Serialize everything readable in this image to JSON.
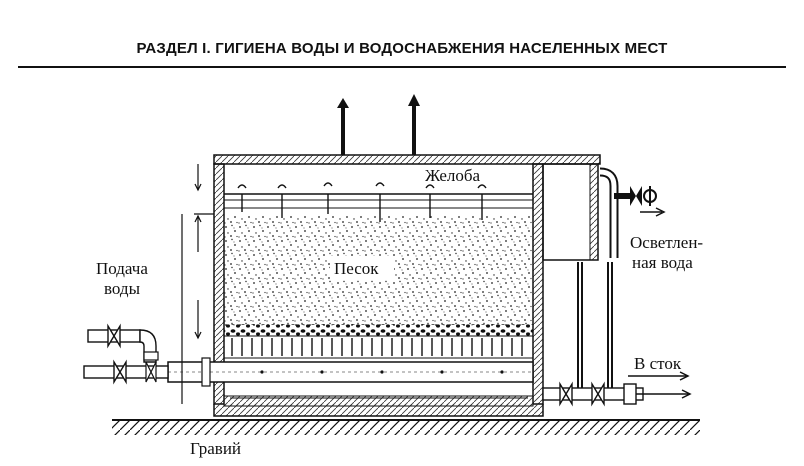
{
  "header": {
    "title": "РАЗДЕЛ I. ГИГИЕНА ВОДЫ И ВОДОСНАБЖЕНИЯ НАСЕЛЕННЫХ МЕСТ"
  },
  "diagram": {
    "labels": {
      "troughs": "Желоба",
      "sand": "Песок",
      "water_inlet_1": "Подача",
      "water_inlet_2": "воды",
      "clarified_1": "Осветлен-",
      "clarified_2": "ная вода",
      "drain": "В сток",
      "gravel": "Гравий"
    }
  }
}
